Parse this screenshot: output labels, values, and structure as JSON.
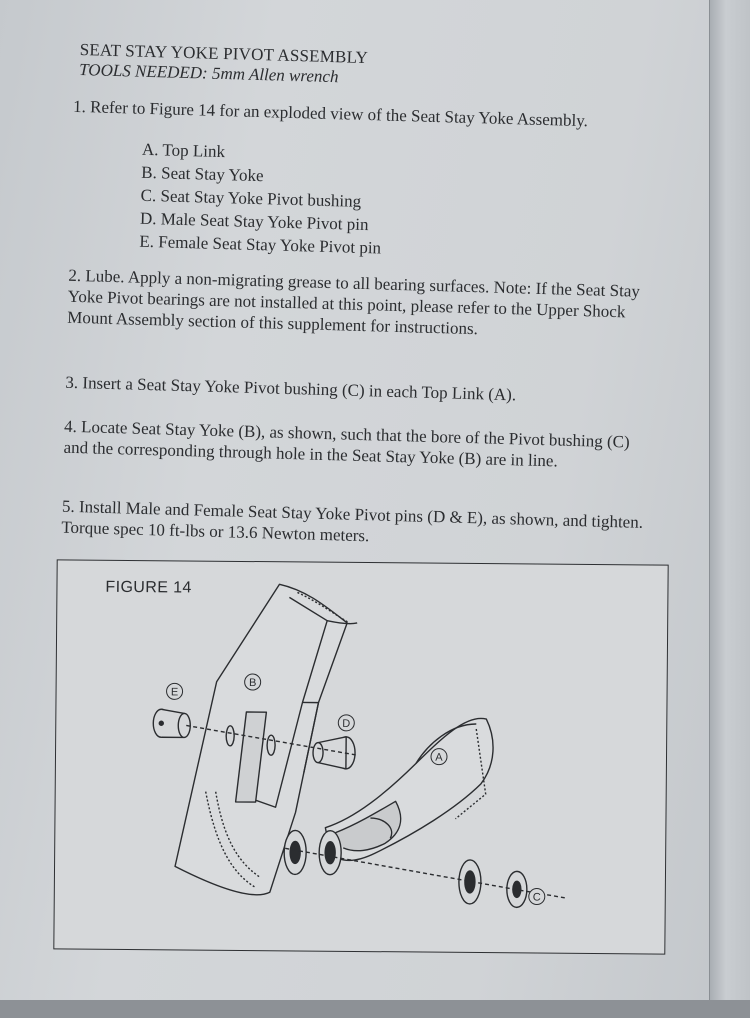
{
  "heading": {
    "title": "SEAT STAY YOKE PIVOT ASSEMBLY",
    "tools": "TOOLS NEEDED: 5mm Allen wrench"
  },
  "steps": [
    {
      "text": "1. Refer to Figure 14 for an exploded view of the Seat Stay Yoke Assembly."
    },
    {
      "text": "2. Lube. Apply a non-migrating grease to all bearing surfaces. Note: If the Seat Stay Yoke Pivot bearings are not installed at this point, please refer to the Upper Shock Mount Assembly section of this supplement for instructions."
    },
    {
      "text": "3. Insert a Seat Stay Yoke Pivot bushing (C) in each Top Link (A)."
    },
    {
      "text": "4. Locate Seat Stay Yoke (B), as shown, such that the bore of the Pivot bushing (C) and the corresponding through hole in the Seat Stay Yoke (B) are in line."
    },
    {
      "text": "5. Install Male and Female Seat Stay Yoke Pivot pins (D & E), as shown, and tighten. Torque spec 10 ft-lbs or 13.6 Newton meters."
    }
  ],
  "parts": [
    "A. Top Link",
    "B. Seat Stay Yoke",
    "C. Seat Stay Yoke Pivot bushing",
    "D. Male Seat Stay Yoke Pivot pin",
    "E. Female Seat Stay Yoke Pivot pin"
  ],
  "figure": {
    "label": "FIGURE 14",
    "callouts": {
      "a": "A",
      "b": "B",
      "c": "C",
      "d": "D",
      "e": "E"
    }
  }
}
